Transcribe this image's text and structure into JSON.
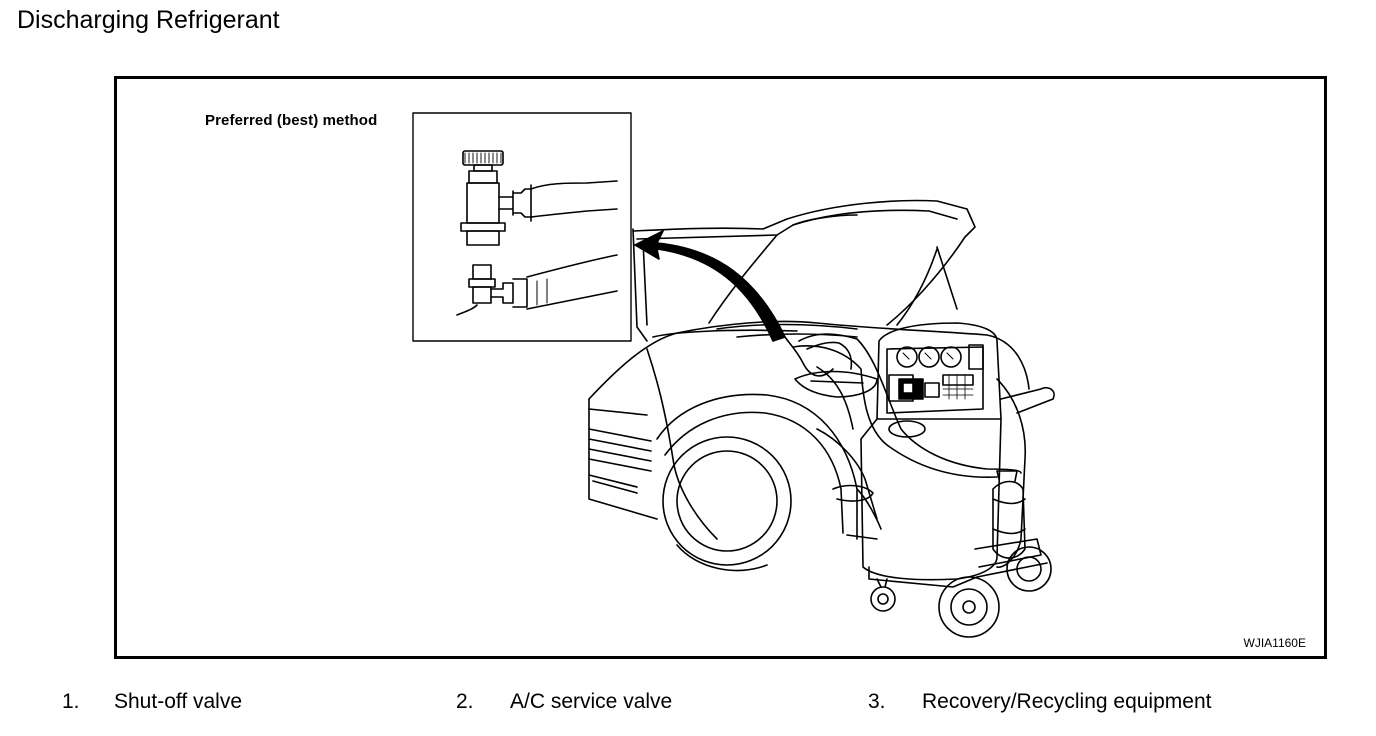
{
  "title": "Discharging Refrigerant",
  "figure": {
    "inset_label": "Preferred (best) method",
    "figure_id": "WJIA1160E"
  },
  "legend": [
    {
      "number": "1.",
      "text": "Shut-off valve"
    },
    {
      "number": "2.",
      "text": "A/C service valve"
    },
    {
      "number": "3.",
      "text": "Recovery/Recycling equipment"
    }
  ]
}
